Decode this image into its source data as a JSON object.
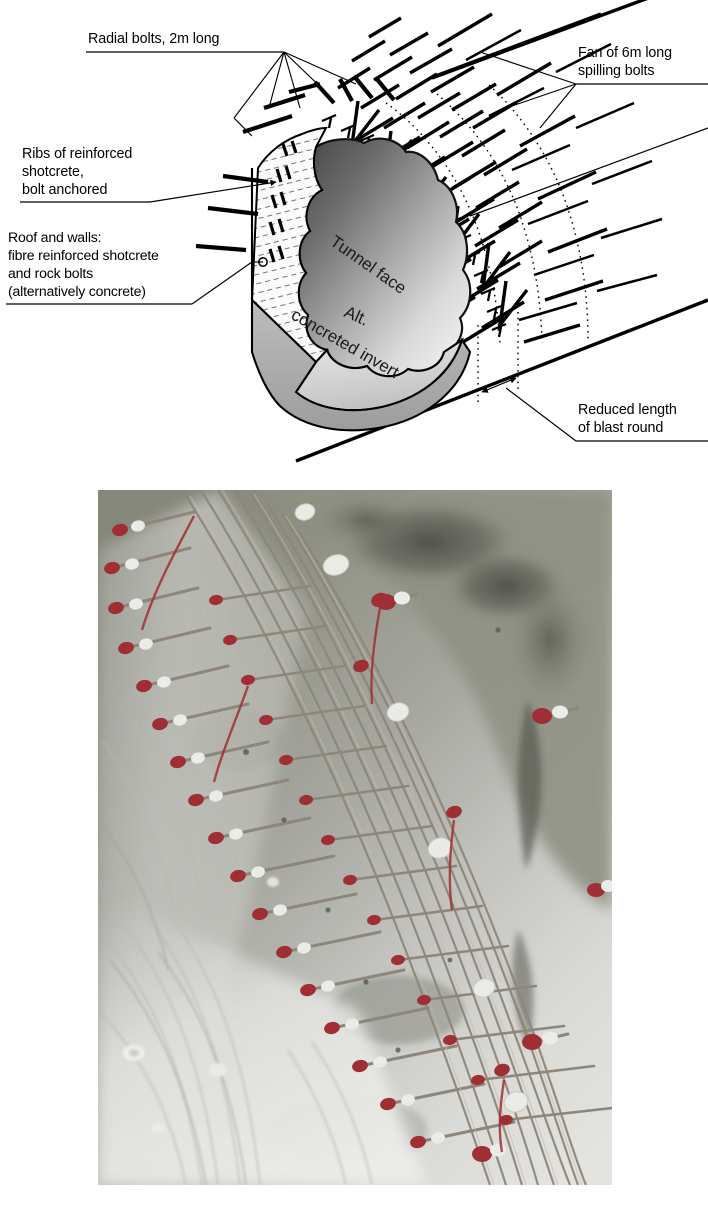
{
  "figure": {
    "type": "technical-diagram-with-photo",
    "diagram": {
      "title_note": "Tunnel face support with spiling bolts",
      "annotations": [
        {
          "id": "radial-bolts",
          "lines": [
            "Radial bolts, 2m long"
          ],
          "position": "top-left"
        },
        {
          "id": "ribs-of-reinforced-shotcrete",
          "lines": [
            "Ribs of reinforced",
            "shotcrete,",
            "bolt anchored"
          ],
          "position": "left-upper"
        },
        {
          "id": "roof-and-walls",
          "lines": [
            "Roof and walls:",
            "fibre reinforced shotcrete",
            "and rock bolts",
            "(alternatively concrete)"
          ],
          "position": "left-lower"
        },
        {
          "id": "fan-of-spiling-bolts",
          "lines": [
            "Fan of 6m long",
            "spilling bolts"
          ],
          "position": "top-right"
        },
        {
          "id": "reduced-length-of-blast-round",
          "lines": [
            "Reduced length",
            "of blast round"
          ],
          "position": "bottom-right"
        }
      ],
      "inline_labels": [
        {
          "id": "tunnel-face",
          "text": "Tunnel face"
        },
        {
          "id": "alt-concreted-invert-line1",
          "text": "Alt."
        },
        {
          "id": "alt-concreted-invert-line2",
          "text": "concreted invert"
        }
      ],
      "colors": {
        "line": "#000000",
        "background": "#ffffff",
        "face_dark": "#555555",
        "face_light": "#e9e9e9",
        "invert_light": "#dcdcdc",
        "invert_mid": "#b5b5b5",
        "shotcrete_hatch": "#6f6f6f"
      }
    },
    "photo": {
      "caption": "",
      "subject": "Installed spiling bolts fan in tunnel crown, shotcreted rock surface",
      "visible_features": [
        "rows of protruding steel spiling bolts",
        "red painted bolt ends",
        "white grout collars at bolt mouths",
        "grey-green unsprayed rock at upper right",
        "light grey shotcrete surface at lower left",
        "dark damp patches on rock"
      ],
      "colors": {
        "rock_green_grey": "#868a7c",
        "rock_dark": "#4f5248",
        "shotcrete_light": "#d8d8d6",
        "shotcrete_white": "#ededeb",
        "bolt_steel": "#8d8276",
        "bolt_red": "#9e1f25",
        "bolt_white": "#f2f2ef"
      }
    }
  }
}
